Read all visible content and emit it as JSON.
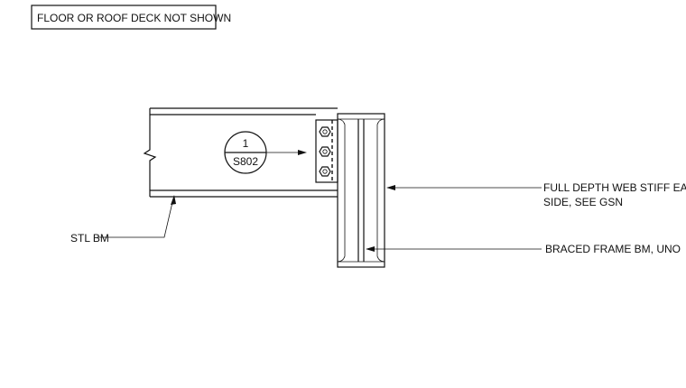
{
  "note": {
    "text": "FLOOR OR ROOF DECK NOT SHOWN"
  },
  "section_marker": {
    "number": "1",
    "sheet": "S802"
  },
  "labels": {
    "steel_beam": "STL BM",
    "web_stiffener_line1": "FULL DEPTH WEB STIFF EA",
    "web_stiffener_line2": "SIDE, SEE GSN",
    "braced_frame_beam": "BRACED FRAME BM, UNO"
  }
}
